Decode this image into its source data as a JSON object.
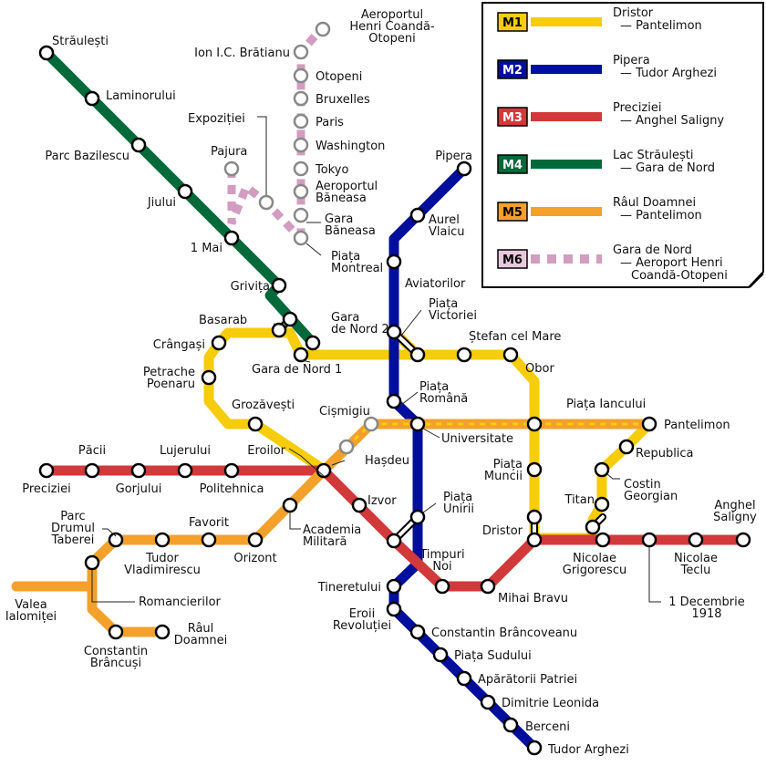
{
  "colors": {
    "M1": "#f6cc0b",
    "M2": "#000f9b",
    "M3": "#d1393a",
    "M4": "#02693a",
    "M5": "#f3a12b",
    "M6": "#d29dc1"
  },
  "legend": [
    {
      "code": "M1",
      "line1": "Dristor",
      "line2": "— Pantelimon",
      "line3": ""
    },
    {
      "code": "M2",
      "line1": "Pipera",
      "line2": "— Tudor Arghezi",
      "line3": ""
    },
    {
      "code": "M3",
      "line1": "Preciziei",
      "line2": "— Anghel Saligny",
      "line3": ""
    },
    {
      "code": "M4",
      "line1": "Lac Străulești",
      "line2": "— Gara de Nord",
      "line3": ""
    },
    {
      "code": "M5",
      "line1": "Râul Doamnei",
      "line2": "— Pantelimon",
      "line3": ""
    },
    {
      "code": "M6",
      "line1": "Gara de Nord",
      "line2": "— Aeroport Henri",
      "line3": "Coandă-Otopeni"
    }
  ],
  "stations": {
    "straulesti": [
      "Străulești"
    ],
    "laminorului": [
      "Laminorului"
    ],
    "parc_bazilescu": [
      "Parc Bazilescu"
    ],
    "jiului": [
      "Jiului"
    ],
    "unu_mai": [
      "1 Mai"
    ],
    "grivita": [
      "Grivița"
    ],
    "gara_nord2": [
      "Gara",
      "de Nord 2"
    ],
    "basarab": [
      "Basarab"
    ],
    "gara_nord1": [
      "Gara de Nord 1"
    ],
    "aeroport_otopeni": [
      "Aeroportul",
      "Henri Coandă-",
      "Otopeni"
    ],
    "ion_bratianu": [
      "Ion I.C. Brătianu"
    ],
    "otopeni": [
      "Otopeni"
    ],
    "bruxelles": [
      "Bruxelles"
    ],
    "paris": [
      "Paris"
    ],
    "washington": [
      "Washington"
    ],
    "tokyo": [
      "Tokyo"
    ],
    "aeroport_baneasa": [
      "Aeroportul",
      "Băneasa"
    ],
    "gara_baneasa": [
      "Gara",
      "Băneasa"
    ],
    "piata_montreal": [
      "Piața",
      "Montreal"
    ],
    "expozitiei": [
      "Expoziției"
    ],
    "pajura": [
      "Pajura"
    ],
    "pipera": [
      "Pipera"
    ],
    "aurel_vlaicu": [
      "Aurel",
      "Vlaicu"
    ],
    "aviatorilor": [
      "Aviatorilor"
    ],
    "piata_victoriei": [
      "Piața",
      "Victoriei"
    ],
    "stefan_cel_mare": [
      "Ștefan cel Mare"
    ],
    "obor": [
      "Obor"
    ],
    "crangasi": [
      "Crângași"
    ],
    "petrache_poenaru": [
      "Petrache",
      "Poenaru"
    ],
    "grozavesti": [
      "Grozăvești"
    ],
    "cismigiu": [
      "Cișmigiu"
    ],
    "piata_romana": [
      "Piața",
      "Română"
    ],
    "piata_iancului": [
      "Piața Iancului"
    ],
    "pantelimon": [
      "Pantelimon"
    ],
    "universitate": [
      "Universitate"
    ],
    "republica": [
      "Republica"
    ],
    "costin_georgian": [
      "Costin",
      "Georgian"
    ],
    "titan": [
      "Titan"
    ],
    "preciziei": [
      "Preciziei"
    ],
    "pacii": [
      "Păcii"
    ],
    "gorjului": [
      "Gorjului"
    ],
    "lujerului": [
      "Lujerului"
    ],
    "politehnica": [
      "Politehnica"
    ],
    "eroilor": [
      "Eroilor"
    ],
    "hasdeu": [
      "Hașdeu"
    ],
    "izvor": [
      "Izvor"
    ],
    "piata_unirii": [
      "Piața",
      "Unirii"
    ],
    "piata_muncii": [
      "Piața",
      "Muncii"
    ],
    "dristor": [
      "Dristor"
    ],
    "anghel_saligny": [
      "Anghel",
      "Saligny"
    ],
    "nicolae_teclu": [
      "Nicolae",
      "Teclu"
    ],
    "nicolae_grigorescu": [
      "Nicolae",
      "Grigorescu"
    ],
    "unu_decembrie": [
      "1 Decembrie",
      "1918"
    ],
    "parc_drumul_taberei": [
      "Parc",
      "Drumul",
      "Taberei"
    ],
    "tudor_vladimirescu": [
      "Tudor",
      "Vladimirescu"
    ],
    "favorit": [
      "Favorit"
    ],
    "orizont": [
      "Orizont"
    ],
    "academia_militara": [
      "Academia",
      "Militară"
    ],
    "romancierilor": [
      "Romancierilor"
    ],
    "valea_ialomitei": [
      "Valea",
      "Ialomiței"
    ],
    "constantin_brancusi": [
      "Constantin",
      "Brâncuși"
    ],
    "raul_doamnei": [
      "Râul",
      "Doamnei"
    ],
    "timpuri_noi": [
      "Timpuri",
      "Noi"
    ],
    "mihai_bravu": [
      "Mihai Bravu"
    ],
    "tineretului": [
      "Tineretului"
    ],
    "eroii_revolutiei": [
      "Eroii",
      "Revoluției"
    ],
    "constantin_brancoveanu": [
      "Constantin Brâncoveanu"
    ],
    "piata_sudului": [
      "Piața Sudului"
    ],
    "apararorii_patriei": [
      "Apărătorii Patriei"
    ],
    "dimitrie_leonida": [
      "Dimitrie Leonida"
    ],
    "berceni": [
      "Berceni"
    ],
    "tudor_arghezi": [
      "Tudor Arghezi"
    ]
  }
}
